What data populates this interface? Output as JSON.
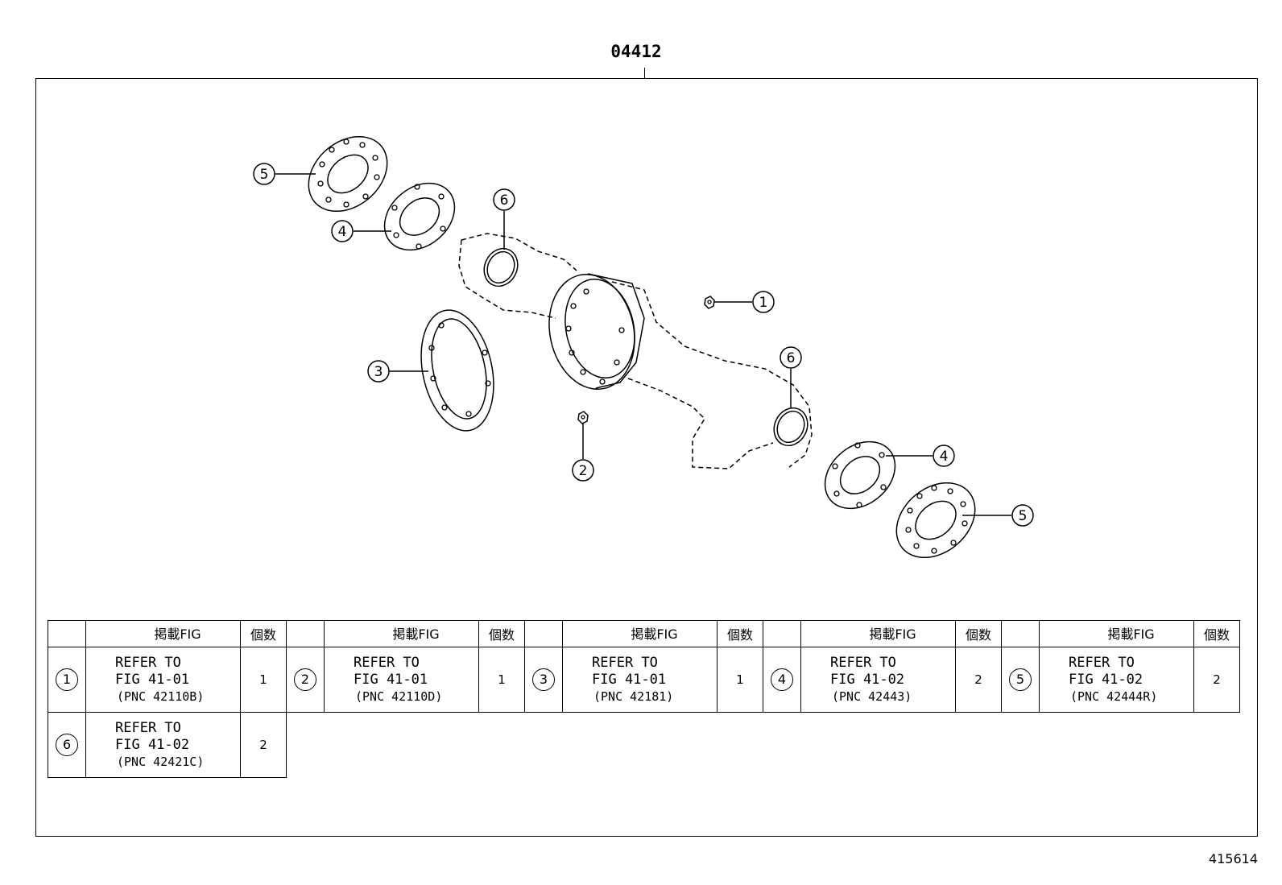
{
  "header": {
    "title": "04412"
  },
  "footer": {
    "doc_number": "415614"
  },
  "callouts": [
    "1",
    "2",
    "3",
    "4",
    "5",
    "6"
  ],
  "table": {
    "col_fig": "掲載FIG",
    "col_qty": "個数",
    "rows": [
      {
        "num": "1",
        "line1": "REFER TO",
        "line2": "FIG 41-01",
        "pnc": "(PNC 42110B)",
        "qty": "1"
      },
      {
        "num": "2",
        "line1": "REFER TO",
        "line2": "FIG 41-01",
        "pnc": "(PNC 42110D)",
        "qty": "1"
      },
      {
        "num": "3",
        "line1": "REFER TO",
        "line2": "FIG 41-01",
        "pnc": "(PNC 42181)",
        "qty": "1"
      },
      {
        "num": "4",
        "line1": "REFER TO",
        "line2": "FIG 41-02",
        "pnc": "(PNC 42443)",
        "qty": "2"
      },
      {
        "num": "5",
        "line1": "REFER TO",
        "line2": "FIG 41-02",
        "pnc": "(PNC 42444R)",
        "qty": "2"
      },
      {
        "num": "6",
        "line1": "REFER TO",
        "line2": "FIG 41-02",
        "pnc": "(PNC 42421C)",
        "qty": "2"
      }
    ]
  }
}
